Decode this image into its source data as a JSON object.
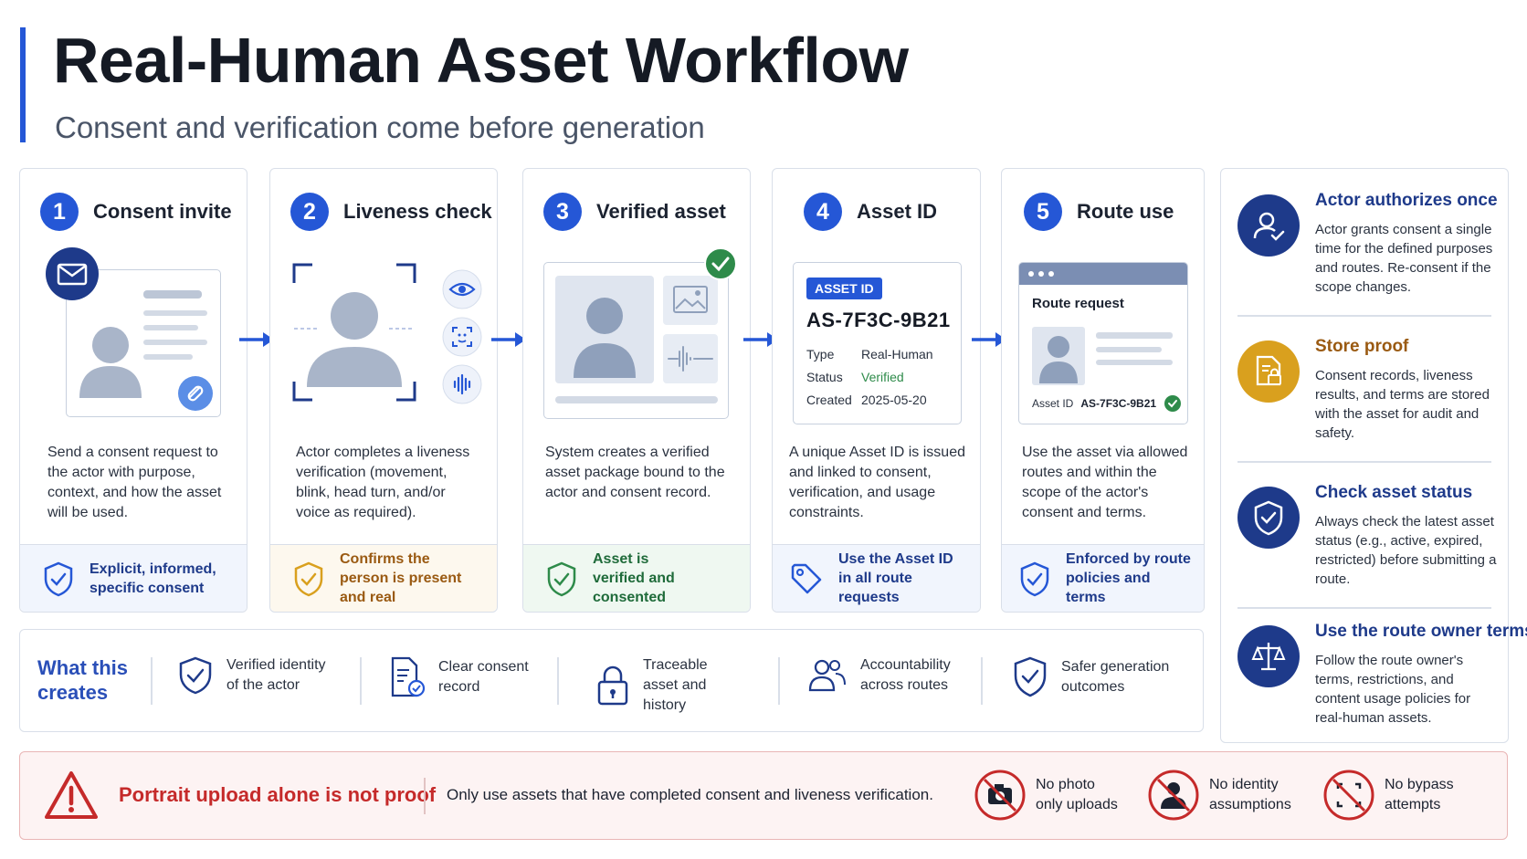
{
  "header": {
    "title": "Real-Human Asset Workflow",
    "subtitle": "Consent and verification come before generation"
  },
  "steps": [
    {
      "num": "1",
      "title": "Consent invite",
      "body": "Send a consent request to the actor with purpose, context, and how the asset will be used.",
      "footer": "Explicit, informed, specific consent"
    },
    {
      "num": "2",
      "title": "Liveness check",
      "body": "Actor completes a liveness verification (movement, blink, head turn, and/or voice as required).",
      "footer": "Confirms the person is present and real"
    },
    {
      "num": "3",
      "title": "Verified asset",
      "body": "System creates a verified asset package bound to the actor and consent record.",
      "footer": "Asset is verified and consented"
    },
    {
      "num": "4",
      "title": "Asset ID",
      "body": "A unique Asset ID is issued and linked to consent, verification, and usage constraints.",
      "footer": "Use the Asset ID in all route requests"
    },
    {
      "num": "5",
      "title": "Route use",
      "body": "Use the asset via allowed routes and within the scope of the actor's consent and terms.",
      "footer": "Enforced by route policies and terms"
    }
  ],
  "asset_card": {
    "badge": "ASSET ID",
    "id": "AS-7F3C-9B21",
    "rows": [
      {
        "key": "Type",
        "value": "Real-Human"
      },
      {
        "key": "Status",
        "value": "Verified"
      },
      {
        "key": "Created",
        "value": "2025-05-20"
      }
    ]
  },
  "route_card": {
    "title": "Route request",
    "asset_label": "Asset ID",
    "asset_value": "AS-7F3C-9B21"
  },
  "side": [
    {
      "title": "Actor authorizes once",
      "text": "Actor grants consent a single time for the defined purposes and routes. Re-consent if the scope changes.",
      "icon": "user-check-icon"
    },
    {
      "title": "Store proof",
      "text": "Consent records, liveness results, and terms are stored with the asset for audit and safety.",
      "icon": "document-lock-icon"
    },
    {
      "title": "Check asset status",
      "text": "Always check the latest asset status (e.g., active, expired, restricted) before submitting a route.",
      "icon": "shield-check-icon"
    },
    {
      "title": "Use the route owner terms",
      "text": "Follow the route owner's terms, restrictions, and content usage policies for real-human assets.",
      "icon": "scales-icon"
    }
  ],
  "benefits": {
    "title": "What this creates",
    "items": [
      {
        "text": "Verified identity of the actor",
        "icon": "shield-check-icon"
      },
      {
        "text": "Clear consent record",
        "icon": "document-check-icon"
      },
      {
        "text": "Traceable asset and history",
        "icon": "lock-icon"
      },
      {
        "text": "Accountability across routes",
        "icon": "users-icon"
      },
      {
        "text": "Safer generation outcomes",
        "icon": "shield-check-icon"
      }
    ]
  },
  "warning": {
    "title": "Portrait upload alone is not proof",
    "text": "Only use assets that have completed consent and liveness verification.",
    "items": [
      {
        "text": "No photo only uploads",
        "icon": "no-camera-icon"
      },
      {
        "text": "No identity assumptions",
        "icon": "no-person-icon"
      },
      {
        "text": "No bypass attempts",
        "icon": "no-bypass-icon"
      }
    ]
  },
  "colors": {
    "accent": "#2557d6",
    "navy": "#1e3a8a",
    "amber": "#d9a01e",
    "green": "#2e8b4a",
    "danger": "#c52a2a"
  }
}
